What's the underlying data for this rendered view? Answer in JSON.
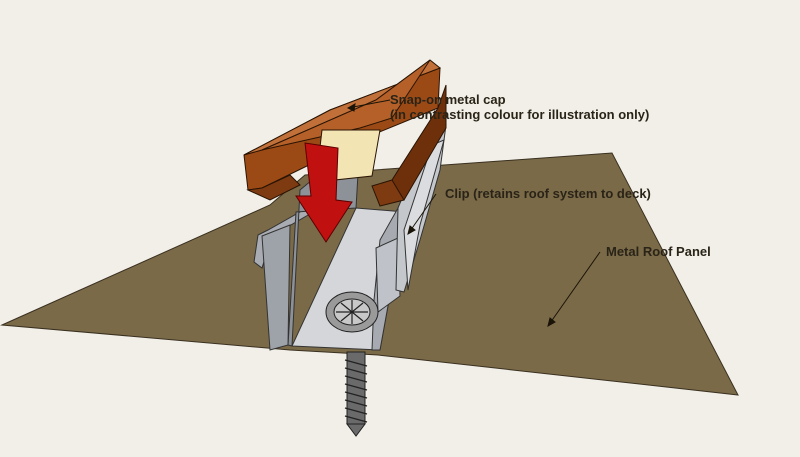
{
  "labels": {
    "cap_line1": "Snap-on metal cap",
    "cap_line2": "(in contrasting colour for illustration only)",
    "clip": "Clip (retains roof system to deck)",
    "panel": "Metal Roof Panel"
  },
  "colors": {
    "background": "#f1efe8",
    "panel": "#7a6a48",
    "panel_edge": "#3a3020",
    "cap": "#9c4a15",
    "cap_dark": "#6e300b",
    "cap_light": "#c07038",
    "arrow": "#c01010",
    "clip_metal": "#b8bcc4",
    "clip_dark": "#7e838c",
    "screw": "#555555"
  }
}
